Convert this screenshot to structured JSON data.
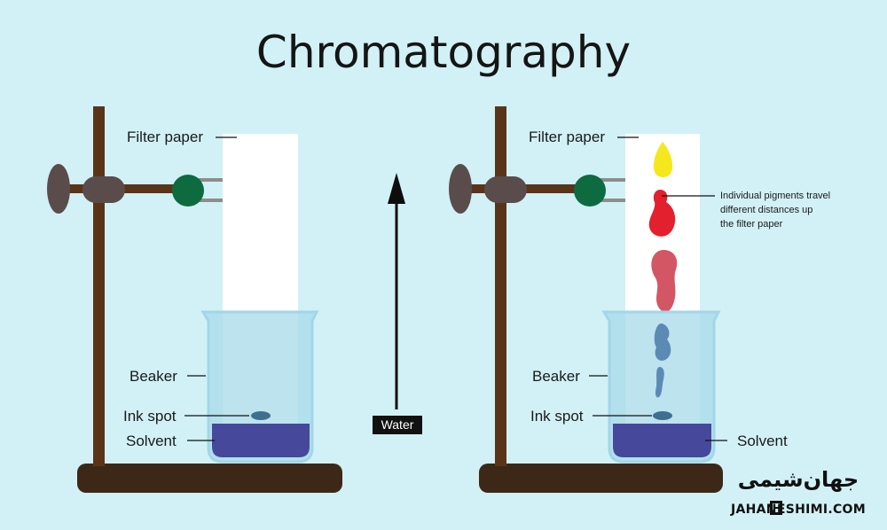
{
  "title": "Chromatography",
  "labels": {
    "filter_paper": "Filter paper",
    "beaker": "Beaker",
    "ink_spot": "Ink spot",
    "solvent": "Solvent",
    "water": "Water",
    "pigments_note": [
      "Individual pigments travel",
      "different distances up",
      "the filter paper"
    ]
  },
  "colors": {
    "background": "#d1f1f6",
    "stand": "#5a3419",
    "clamp_knob": "#5b4c4c",
    "clamp_ball": "#0d6b3f",
    "paper": "#ffffff",
    "beaker_glass": "#a9dbe9",
    "solvent": "#45489b",
    "ink": "#3e6f8f",
    "pigment_yellow": "#f4e81c",
    "pigment_red": "#e3202e",
    "pigment_pink": "#cf4858",
    "pigment_blue": "#4a7aa9"
  },
  "branding": {
    "persian": "جهان‌شیمی",
    "website": "JAHANESHIMI.COM"
  }
}
